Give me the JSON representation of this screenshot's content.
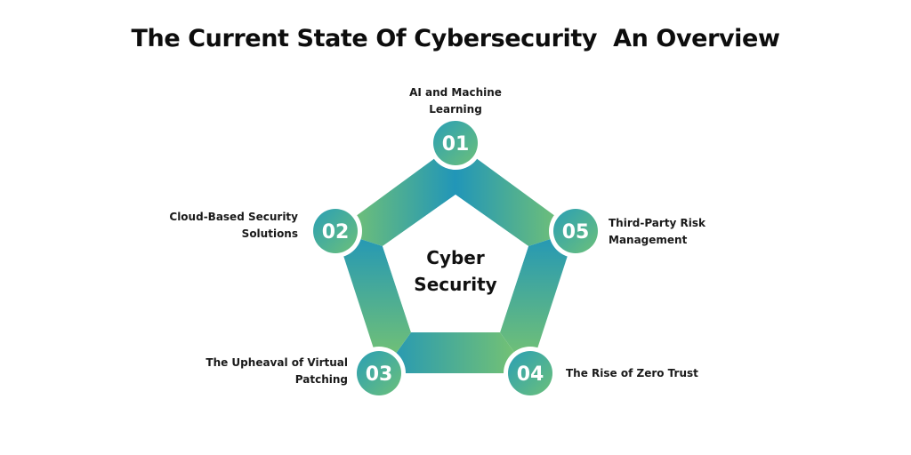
{
  "title": "The Current State Of Cybersecurity  An Overview",
  "center_label": [
    "Cyber",
    "Security"
  ],
  "colors": {
    "gradient_start": "#2196b8",
    "gradient_end": "#7cc66d",
    "badge_ring": "#ffffff",
    "badge_text": "#ffffff",
    "text": "#111111"
  },
  "nodes": [
    {
      "number": "01",
      "label_lines": [
        "AI and Machine",
        "Learning"
      ]
    },
    {
      "number": "02",
      "label_lines": [
        "Cloud-Based Security",
        "Solutions"
      ]
    },
    {
      "number": "03",
      "label_lines": [
        "The Upheaval of Virtual",
        "Patching"
      ]
    },
    {
      "number": "04",
      "label_lines": [
        "The Rise of Zero Trust"
      ]
    },
    {
      "number": "05",
      "label_lines": [
        "Third-Party Risk",
        "Management"
      ]
    }
  ]
}
